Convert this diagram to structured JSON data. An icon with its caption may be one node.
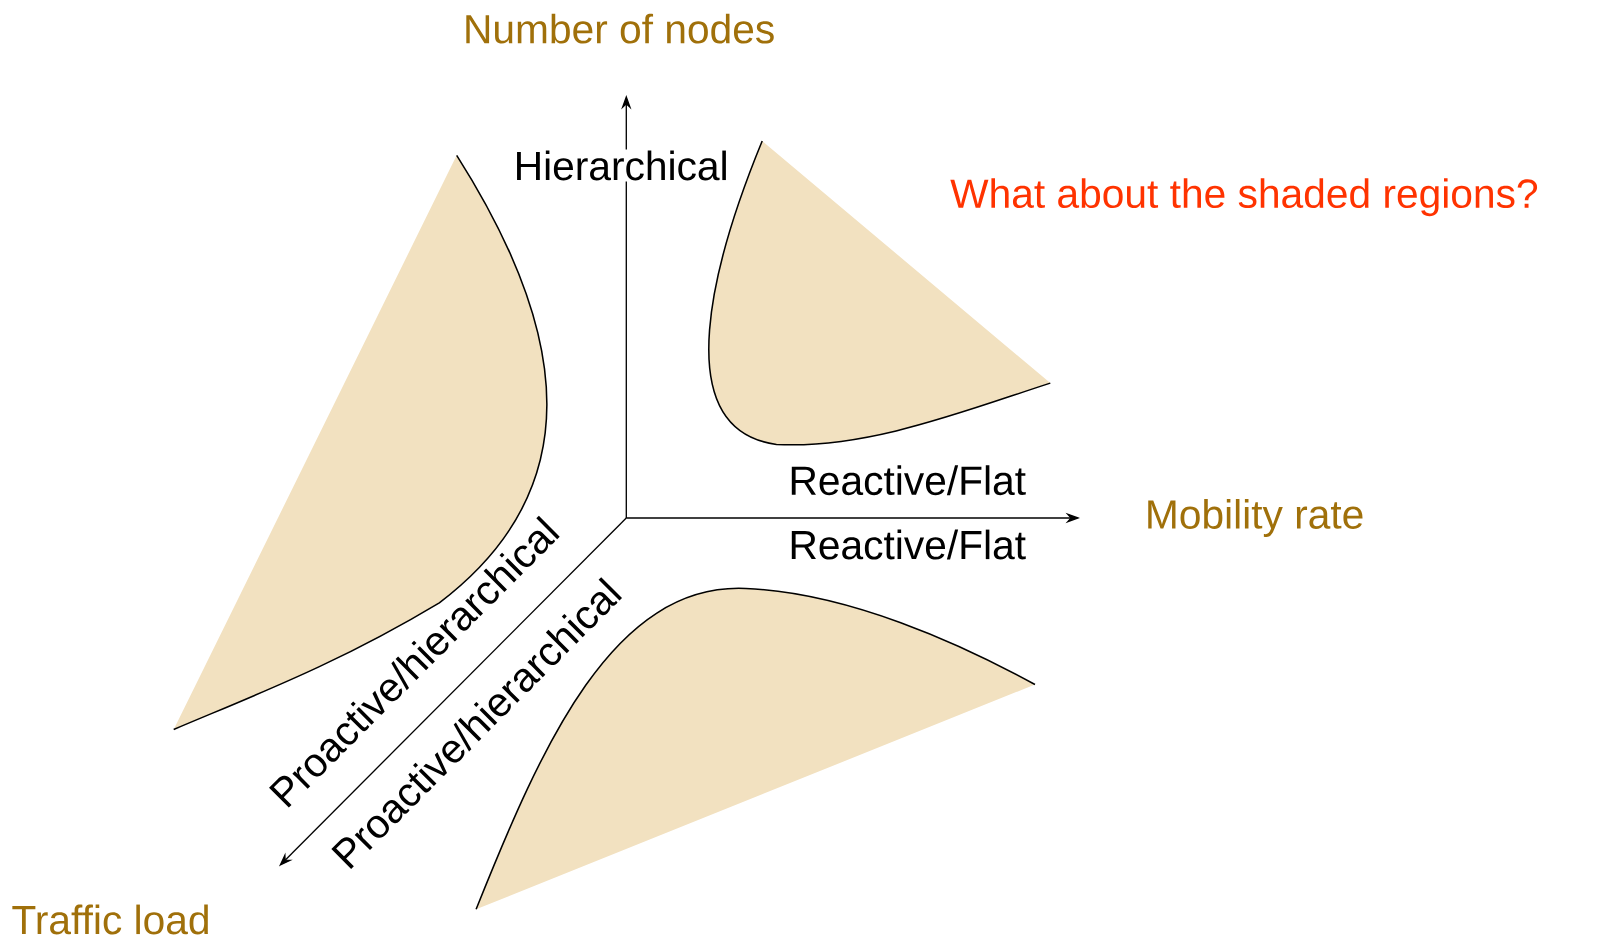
{
  "diagram": {
    "labels": [
      "Number of nodes",
      "Hierarchical",
      "What about the shaded regions?",
      "Reactive/Flat",
      "Mobility rate",
      "Reactive/Flat",
      "Proactive/hierarchical",
      "Proactive/hierarchical",
      "Traffic load"
    ]
  }
}
